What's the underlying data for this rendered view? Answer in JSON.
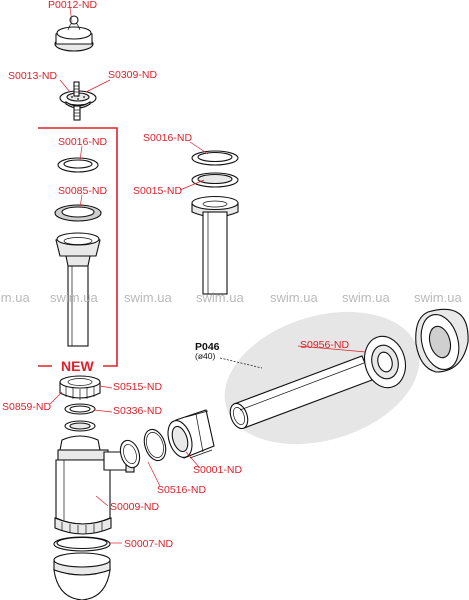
{
  "labels": {
    "p0012": "P0012-ND",
    "s0013": "S0013-ND",
    "s0309": "S0309-ND",
    "s0016_a": "S0016-ND",
    "s0085": "S0085-ND",
    "s0016_b": "S0016-ND",
    "s0015": "S0015-ND",
    "new": "NEW",
    "p046": "P046",
    "p046_sub": "(ø40)",
    "s0956": "S0956-ND",
    "s0515": "S0515-ND",
    "s0859": "S0859-ND",
    "s0336": "S0336-ND",
    "s0001": "S0001-ND",
    "s0516": "S0516-ND",
    "s0009": "S0009-ND",
    "s0007": "S0007-ND"
  },
  "watermark": "swim.ua",
  "colors": {
    "accent": "#e0202a",
    "watermark": "#b9b9b9",
    "highlight": "#e6e6e6"
  }
}
